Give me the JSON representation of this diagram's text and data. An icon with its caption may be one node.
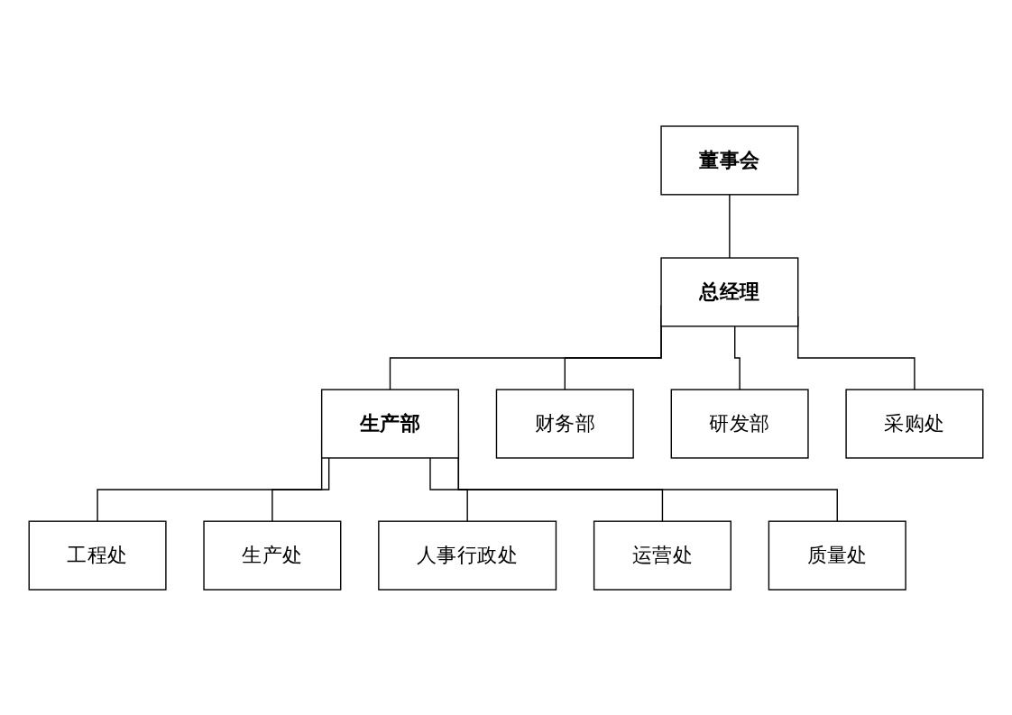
{
  "diagram": {
    "nodes": [
      {
        "text": [
          "董事会"
        ]
      },
      {
        "text": [
          "总经理"
        ]
      },
      {
        "text": [
          "生产部"
        ]
      },
      {
        "text": [
          "工程处"
        ]
      },
      {
        "text": [
          "生产处"
        ]
      },
      {
        "text": [
          "人事行政处"
        ]
      },
      {
        "text": [
          "运营处"
        ]
      },
      {
        "text": [
          "质量处"
        ]
      },
      {
        "text": [
          "财务部"
        ]
      },
      {
        "text": [
          "研发部"
        ]
      },
      {
        "text": [
          "采购处"
        ]
      }
    ],
    "edges": [
      {
        "from": 0,
        "to": 1,
        "arrow": "none"
      },
      {
        "from": 1,
        "to": 2,
        "arrow": "none"
      },
      {
        "from": 1,
        "to": 8,
        "arrow": "none"
      },
      {
        "from": 1,
        "to": 9,
        "arrow": "none"
      },
      {
        "from": 1,
        "to": 10,
        "arrow": "none"
      },
      {
        "from": 2,
        "to": 3,
        "arrow": "none"
      },
      {
        "from": 2,
        "to": 4,
        "arrow": "none"
      },
      {
        "from": 2,
        "to": 5,
        "arrow": "none"
      },
      {
        "from": 2,
        "to": 6,
        "arrow": "none"
      },
      {
        "from": 2,
        "to": 7,
        "arrow": "none"
      }
    ]
  }
}
